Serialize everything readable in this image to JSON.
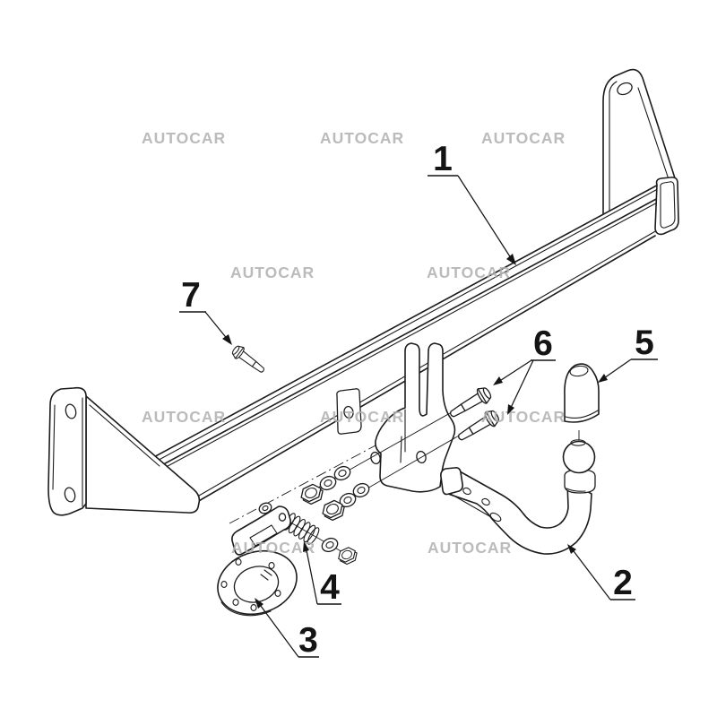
{
  "page": {
    "background": "#ffffff",
    "line_color": "#1c1c1c",
    "callout_color": "#141414",
    "description": "Exploded towbar assembly technical diagram"
  },
  "watermark": {
    "text": "AUTOCAR",
    "color": "#b0b0b0"
  },
  "callouts": [
    {
      "label": "1"
    },
    {
      "label": "2"
    },
    {
      "label": "3"
    },
    {
      "label": "4"
    },
    {
      "label": "5"
    },
    {
      "label": "6"
    },
    {
      "label": "7"
    }
  ]
}
